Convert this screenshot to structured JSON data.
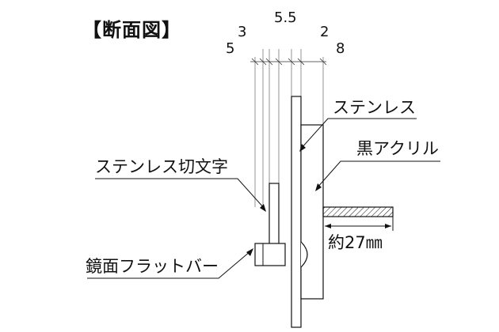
{
  "title": "【断面図】",
  "dimensions": {
    "d5": "5",
    "d3": "3",
    "d5_5": "5.5",
    "d2": "2",
    "d8": "8",
    "depth": "約27㎜"
  },
  "labels": {
    "stainless": "ステンレス",
    "black_acrylic": "黒アクリル",
    "stainless_cut_letters": "ステンレス切文字",
    "mirror_flat_bar": "鏡面フラットバー"
  },
  "colors": {
    "line": "#111111",
    "hatch": "#111111",
    "background": "#ffffff"
  }
}
